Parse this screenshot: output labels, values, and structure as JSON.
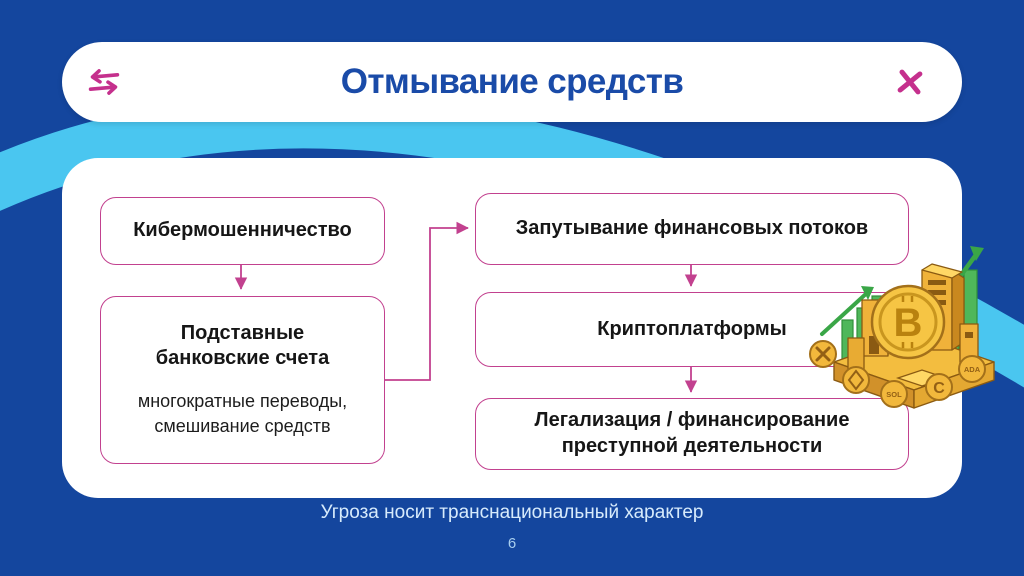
{
  "colors": {
    "background": "#14469e",
    "swoosh_cyan": "#4ac6f0",
    "accent_pink": "#c5308d",
    "box_border_pink": "#c2418f",
    "title_blue": "#1a4ba8",
    "gold": "#f6c544",
    "green": "#49b354"
  },
  "header": {
    "title": "Отмывание средств",
    "left_icon": "swap-arrows-icon",
    "right_icon": "close-icon"
  },
  "flowchart": {
    "boxes": {
      "cyber": {
        "label": "Кибермошенничество"
      },
      "accounts": {
        "label": "Подставные банковские счета",
        "note": "многократные переводы, смешивание средств"
      },
      "obfuscation": {
        "label": "Запутывание финансовых потоков"
      },
      "crypto": {
        "label": "Криптоплатформы"
      },
      "legalization": {
        "label": "Легализация / финансирование преступной деятельности"
      }
    },
    "flow": [
      "Кибермошенничество → Подставные банковские счета",
      "Подставные банковские счета → Запутывание финансовых потоков",
      "Запутывание финансовых потоков → Криптоплатформы",
      "Криптоплатформы → Легализация / финансирование преступной деятельности"
    ]
  },
  "illustration": {
    "name": "golden-crypto-city",
    "big_coin_symbol": "B",
    "coins": [
      {
        "name": "xrp-coin"
      },
      {
        "name": "eth-coin"
      },
      {
        "name": "sol-coin",
        "glyph": "SOL"
      },
      {
        "name": "usdc-coin",
        "glyph": "C"
      },
      {
        "name": "ada-coin",
        "glyph": "ADA"
      }
    ]
  },
  "footer": {
    "caption": "Угроза носит транснациональный характер",
    "page_number": "6"
  }
}
